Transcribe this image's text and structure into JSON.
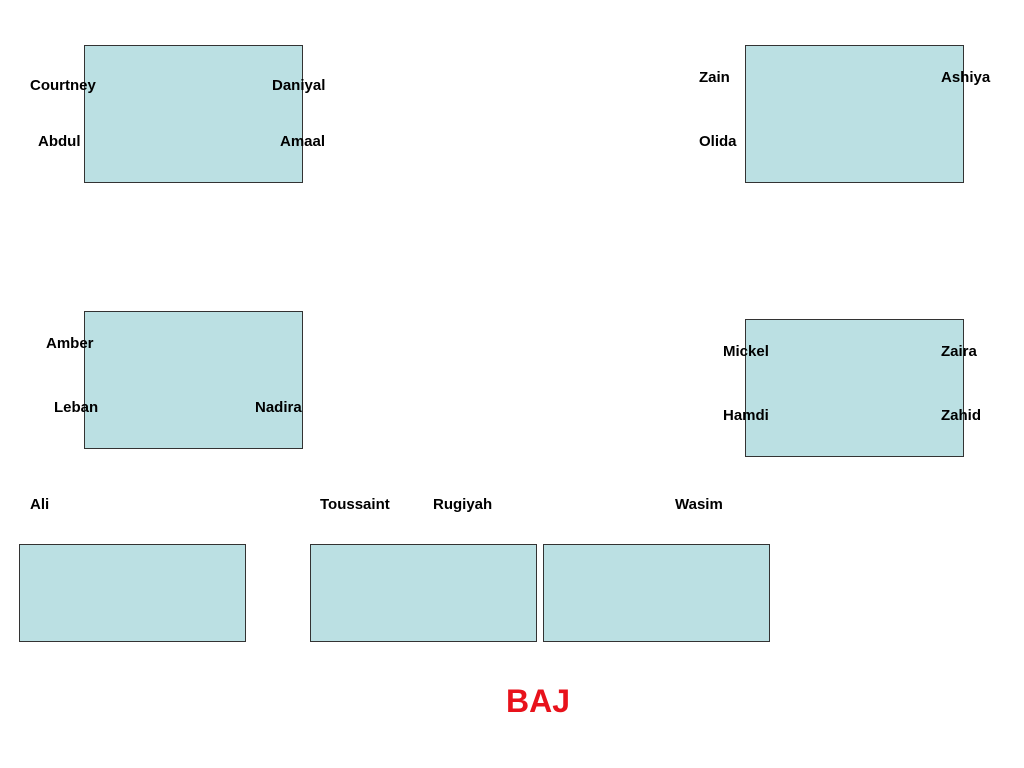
{
  "colors": {
    "table_fill": "#bbe0e3",
    "table_border": "#333333",
    "title_color": "#e8121b"
  },
  "tables": {
    "top_left": {
      "names": {
        "courtney": "Courtney",
        "daniyal": "Daniyal",
        "abdul": "Abdul",
        "amaal": "Amaal"
      }
    },
    "top_right": {
      "names": {
        "zain": "Zain",
        "ashiya": "Ashiya",
        "olida": "Olida"
      }
    },
    "mid_left": {
      "names": {
        "amber": "Amber",
        "leban": "Leban",
        "nadira": "Nadira"
      }
    },
    "mid_right": {
      "names": {
        "mickel": "Mickel",
        "zaira": "Zaira",
        "hamdi": "Hamdi",
        "zahid": "Zahid"
      }
    },
    "bottom_left": {
      "names": {
        "ali": "Ali"
      }
    },
    "bottom_mid": {
      "names": {
        "toussaint": "Toussaint",
        "rugiyah": "Rugiyah"
      }
    },
    "bottom_right": {
      "names": {
        "wasim": "Wasim"
      }
    }
  },
  "title": "BAJ"
}
